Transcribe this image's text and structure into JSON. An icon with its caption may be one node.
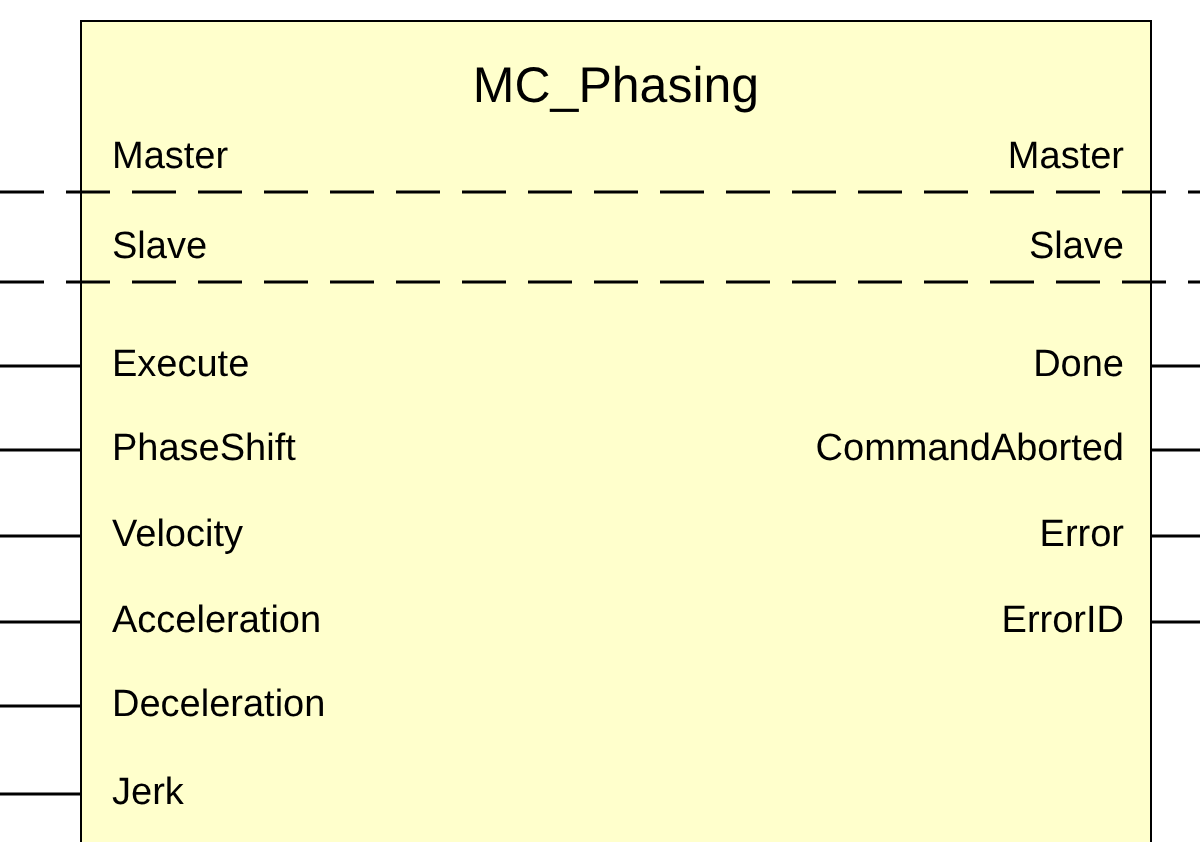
{
  "diagram": {
    "nodes": [
      {
        "text": [
          "MC_Phasing"
        ]
      }
    ],
    "labels": [
      "Master",
      "Master",
      "Slave",
      "Slave",
      "Execute",
      "Done",
      "PhaseShift",
      "CommandAborted",
      "Velocity",
      "Error",
      "Acceleration",
      "ErrorID",
      "Deceleration",
      "Jerk"
    ]
  }
}
